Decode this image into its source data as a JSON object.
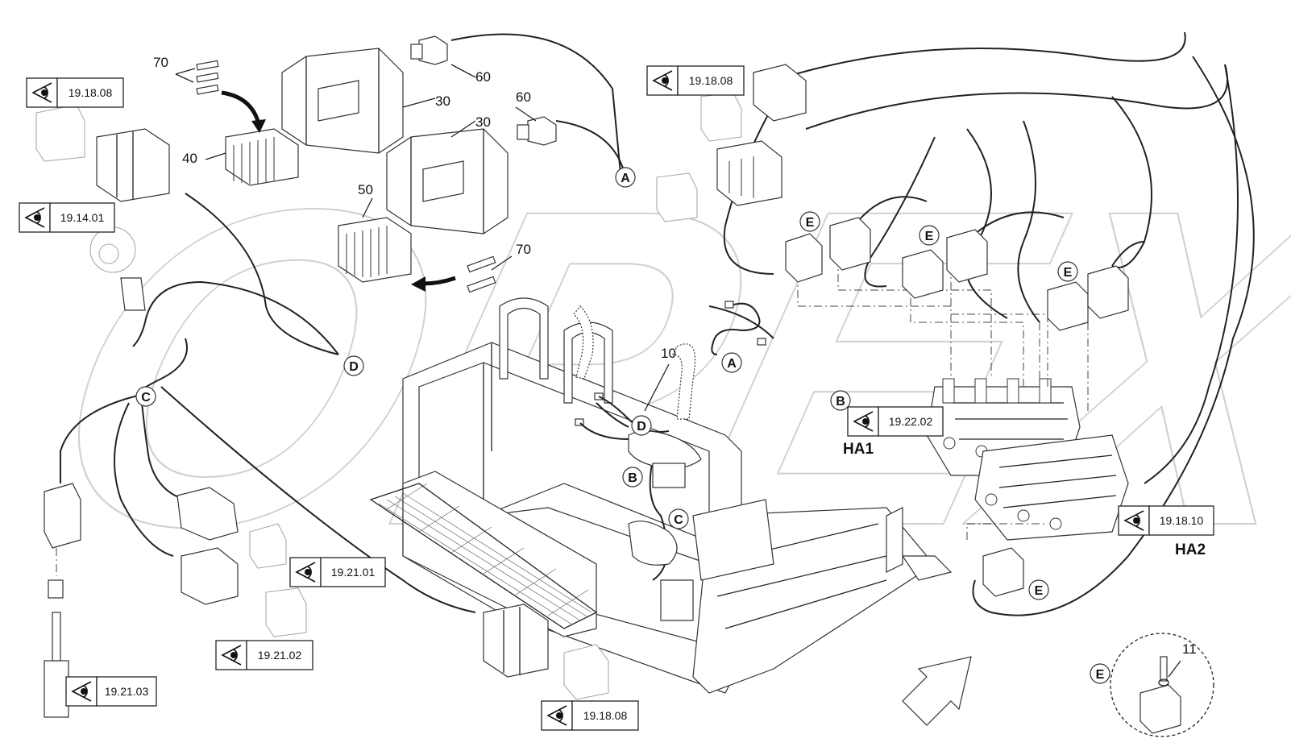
{
  "watermark": "OPEX",
  "callouts": {
    "c70a": "70",
    "c70b": "70",
    "c60a": "60",
    "c60b": "60",
    "c30a": "30",
    "c30b": "30",
    "c40": "40",
    "c50": "50",
    "c10": "10",
    "c11": "11"
  },
  "connectors": {
    "A1": "A",
    "A2": "A",
    "B1": "B",
    "B2": "B",
    "C1": "C",
    "C2": "C",
    "D1": "D",
    "D2": "D",
    "E1": "E",
    "E2": "E",
    "E3": "E",
    "E4": "E",
    "E5": "E"
  },
  "refs": {
    "r1": "19.18.08",
    "r2": "19.14.01",
    "r3": "19.18.08",
    "r4": "19.22.02",
    "r5": "19.18.10",
    "r6": "19.21.01",
    "r7": "19.21.02",
    "r8": "19.21.03",
    "r9": "19.18.08"
  },
  "groups": {
    "ha1": "HA1",
    "ha2": "HA2"
  }
}
